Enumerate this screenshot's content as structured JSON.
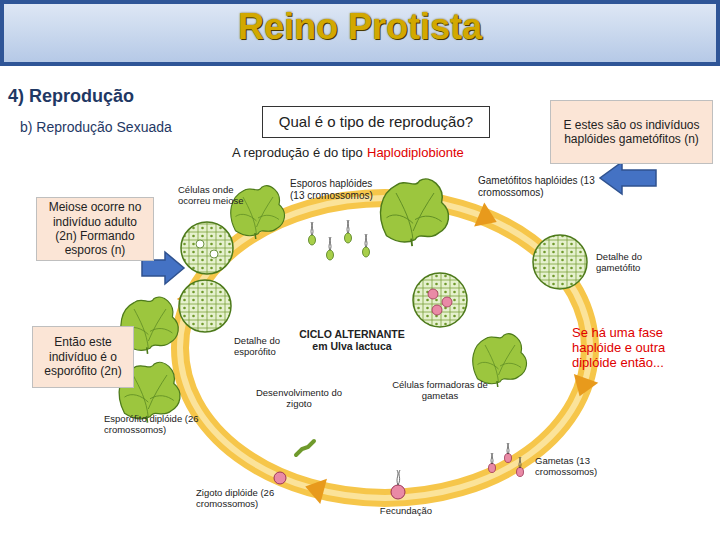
{
  "diagram": {
    "title": "Reino Protista",
    "nodes": [
      {
        "text": [
          "Qual é o tipo de reprodução?"
        ]
      },
      {
        "text": [
          "E estes são os indivíduos haplóides gametófitos (n)"
        ]
      },
      {
        "text": [
          "Meiose ocorre no indivíduo adulto (2n) Formando esporos (n)"
        ]
      },
      {
        "text": [
          "Então este indivíduo é o esporófito (2n)"
        ]
      }
    ],
    "labels": [
      "4) Reprodução",
      "b) Reprodução Sexuada",
      "A reprodução é do tipo",
      "Haplodiplobionte",
      "Células onde ocorreu meiose",
      "Esporos haplóides (13 cromossomos)",
      "Gametófitos haplóides (13 cromossomos)",
      "Detalhe do gametófito",
      "Detalhe do esporófito",
      "CICLO ALTERNANTE em Ulva lactuca",
      "Células formadoras de gametas",
      "Desenvolvimento do zigoto",
      "Esporófito diplóide (26 cromossomos)",
      "Zigoto diplóide (26 cromossomos)",
      "Gametas (13 cromossomos)",
      "Fecundação",
      "Se há uma fase haplóide e outra diplóide então..."
    ]
  }
}
